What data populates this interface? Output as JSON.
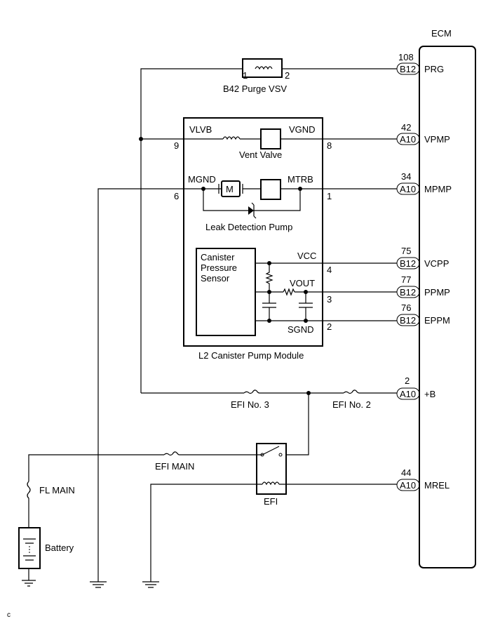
{
  "ecm": {
    "title": "ECM",
    "pins": [
      {
        "num": "108",
        "conn": "B12",
        "name": "PRG"
      },
      {
        "num": "42",
        "conn": "A10",
        "name": "VPMP"
      },
      {
        "num": "34",
        "conn": "A10",
        "name": "MPMP"
      },
      {
        "num": "75",
        "conn": "B12",
        "name": "VCPP"
      },
      {
        "num": "77",
        "conn": "B12",
        "name": "PPMP"
      },
      {
        "num": "76",
        "conn": "B12",
        "name": "EPPM"
      },
      {
        "num": "2",
        "conn": "A10",
        "name": "+B"
      },
      {
        "num": "44",
        "conn": "A10",
        "name": "MREL"
      }
    ]
  },
  "purge_vsv": {
    "label": "B42 Purge VSV",
    "pin1": "1",
    "pin2": "2"
  },
  "module": {
    "label": "L2 Canister Pump Module",
    "vent_valve": "Vent Valve",
    "vlvb": "VLVB",
    "vgnd": "VGND",
    "mgnd": "MGND",
    "mtrb": "MTRB",
    "motor": "M",
    "pump": "Leak Detection Pump",
    "sensor_lines": [
      "Canister",
      "Pressure",
      "Sensor"
    ],
    "vcc": "VCC",
    "vout": "VOUT",
    "sgnd": "SGND",
    "pins": {
      "p9": "9",
      "p8": "8",
      "p6": "6",
      "p1": "1",
      "p4": "4",
      "p3": "3",
      "p2": "2"
    }
  },
  "fuses": {
    "efi3": "EFI No. 3",
    "efi2": "EFI No. 2",
    "efi_main": "EFI MAIN",
    "fl_main": "FL MAIN"
  },
  "relay": {
    "label": "EFI"
  },
  "battery": {
    "label": "Battery"
  },
  "corner_mark": "c"
}
